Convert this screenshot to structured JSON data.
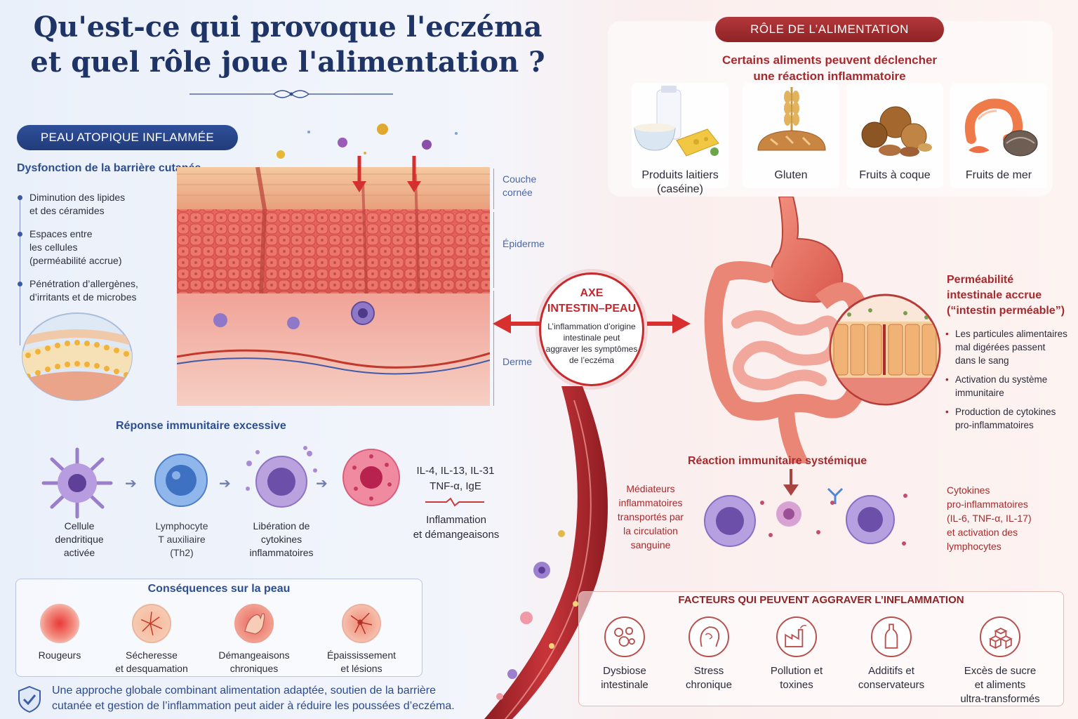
{
  "title": {
    "line1": "Qu'est-ce qui provoque l'eczéma",
    "line2": "et quel rôle joue l'alimentation ?"
  },
  "left": {
    "header": "PEAU ATOPIQUE INFLAMMÉE",
    "barrier_title": "Dysfonction de la barrière cutanée",
    "bullets": [
      [
        "Diminution des lipides",
        "et des céramides"
      ],
      [
        "Espaces entre",
        "les cellules",
        "(perméabilité accrue)"
      ],
      [
        "Pénétration d’allergènes,",
        "d’irritants et de microbes"
      ]
    ],
    "layers": {
      "corneum": [
        "Couche",
        "cornée"
      ],
      "epidermis": "Épiderme",
      "dermis": "Derme"
    },
    "immune_title": "Réponse immunitaire excessive",
    "immune_cells": [
      [
        "Cellule",
        "dendritique",
        "activée"
      ],
      [
        "Lymphocyte",
        "T auxiliaire",
        "(Th2)"
      ],
      [
        "Libération de",
        "cytokines",
        "inflammatoires"
      ]
    ],
    "cytokines": [
      "IL-4, IL-13, IL-31",
      "TNF-α, IgE"
    ],
    "inflammation": [
      "Inflammation",
      "et démangeaisons"
    ],
    "consequences_title": "Conséquences sur la peau",
    "consequences": [
      [
        "Rougeurs"
      ],
      [
        "Sécheresse",
        "et desquamation"
      ],
      [
        "Démangeaisons",
        "chroniques"
      ],
      [
        "Épaississement",
        "et lésions"
      ]
    ],
    "bottom_note": [
      "Une approche globale combinant alimentation adaptée, soutien de la barrière",
      "cutanée et gestion de l’inflammation peut aider à réduire les poussées d’eczéma."
    ]
  },
  "center": {
    "axis_title": [
      "AXE",
      "INTESTIN–PEAU"
    ],
    "axis_text": [
      "L’inflammation d’origine",
      "intestinale peut",
      "aggraver les symptômes",
      "de l’eczéma"
    ]
  },
  "right": {
    "header": "RÔLE DE L’ALIMENTATION",
    "subtitle": [
      "Certains aliments peuvent déclencher",
      "une réaction inflammatoire"
    ],
    "foods": [
      [
        "Produits laitiers",
        "(caséine)"
      ],
      [
        "Gluten"
      ],
      [
        "Fruits à coque"
      ],
      [
        "Fruits de mer"
      ]
    ],
    "permeability_title": [
      "Perméabilité",
      "intestinale accrue",
      "(“intestin perméable”)"
    ],
    "permeability_points": [
      [
        "Les particules alimentaires",
        "mal digérées passent",
        "dans le sang"
      ],
      [
        "Activation du système",
        "immunitaire"
      ],
      [
        "Production de cytokines",
        "pro-inflammatoires"
      ]
    ],
    "systemic_title": "Réaction immunitaire systémique",
    "mediators": [
      "Médiateurs",
      "inflammatoires",
      "transportés par",
      "la circulation",
      "sanguine"
    ],
    "cytokines_right": [
      "Cytokines",
      "pro-inflammatoires",
      "(IL-6, TNF-α, IL-17)",
      "et activation des",
      "lymphocytes"
    ],
    "factors_title": "FACTEURS QUI PEUVENT AGGRAVER L’INFLAMMATION",
    "factors": [
      [
        "Dysbiose",
        "intestinale"
      ],
      [
        "Stress",
        "chronique"
      ],
      [
        "Pollution et",
        "toxines"
      ],
      [
        "Additifs et",
        "conservateurs"
      ],
      [
        "Excès de sucre",
        "et aliments",
        "ultra-transformés"
      ]
    ]
  }
}
